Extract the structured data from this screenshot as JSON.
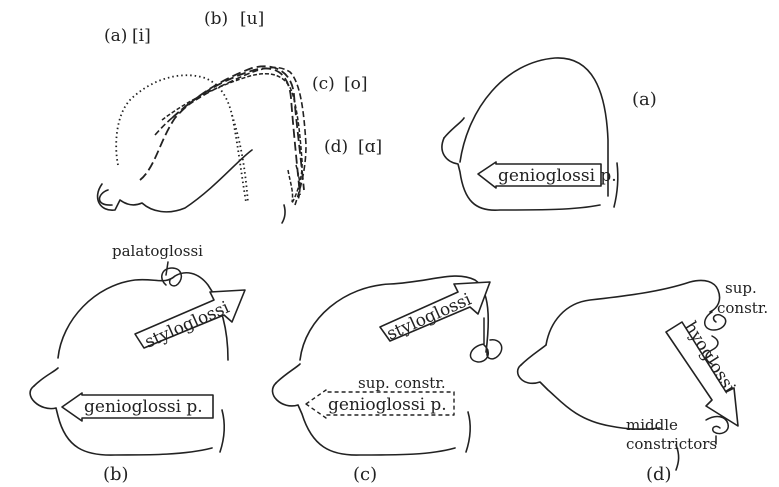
{
  "top_left": {
    "vowels": [
      {
        "letter": "(a)",
        "symbol": "[i]"
      },
      {
        "letter": "(b)",
        "symbol": "[u]"
      },
      {
        "letter": "(c)",
        "symbol": "[o]"
      },
      {
        "letter": "(d)",
        "symbol": "[ɑ]"
      }
    ]
  },
  "panel_a": {
    "label": "(a)",
    "muscle": "genioglossi p."
  },
  "panel_b": {
    "label": "(b)",
    "palatoglossi": "palatoglossi",
    "styloglossi": "styloglossi",
    "genioglossi": "genioglossi p."
  },
  "panel_c": {
    "label": "(c)",
    "styloglossi": "styloglossi",
    "sup_constr": "sup. constr.",
    "genioglossi": "genioglossi p."
  },
  "panel_d": {
    "label": "(d)",
    "sup_constr_line1": "sup.",
    "sup_constr_line2": "constr.",
    "hyoglossi": "hyoglossi",
    "middle_line1": "middle",
    "middle_line2": "constrictors"
  }
}
